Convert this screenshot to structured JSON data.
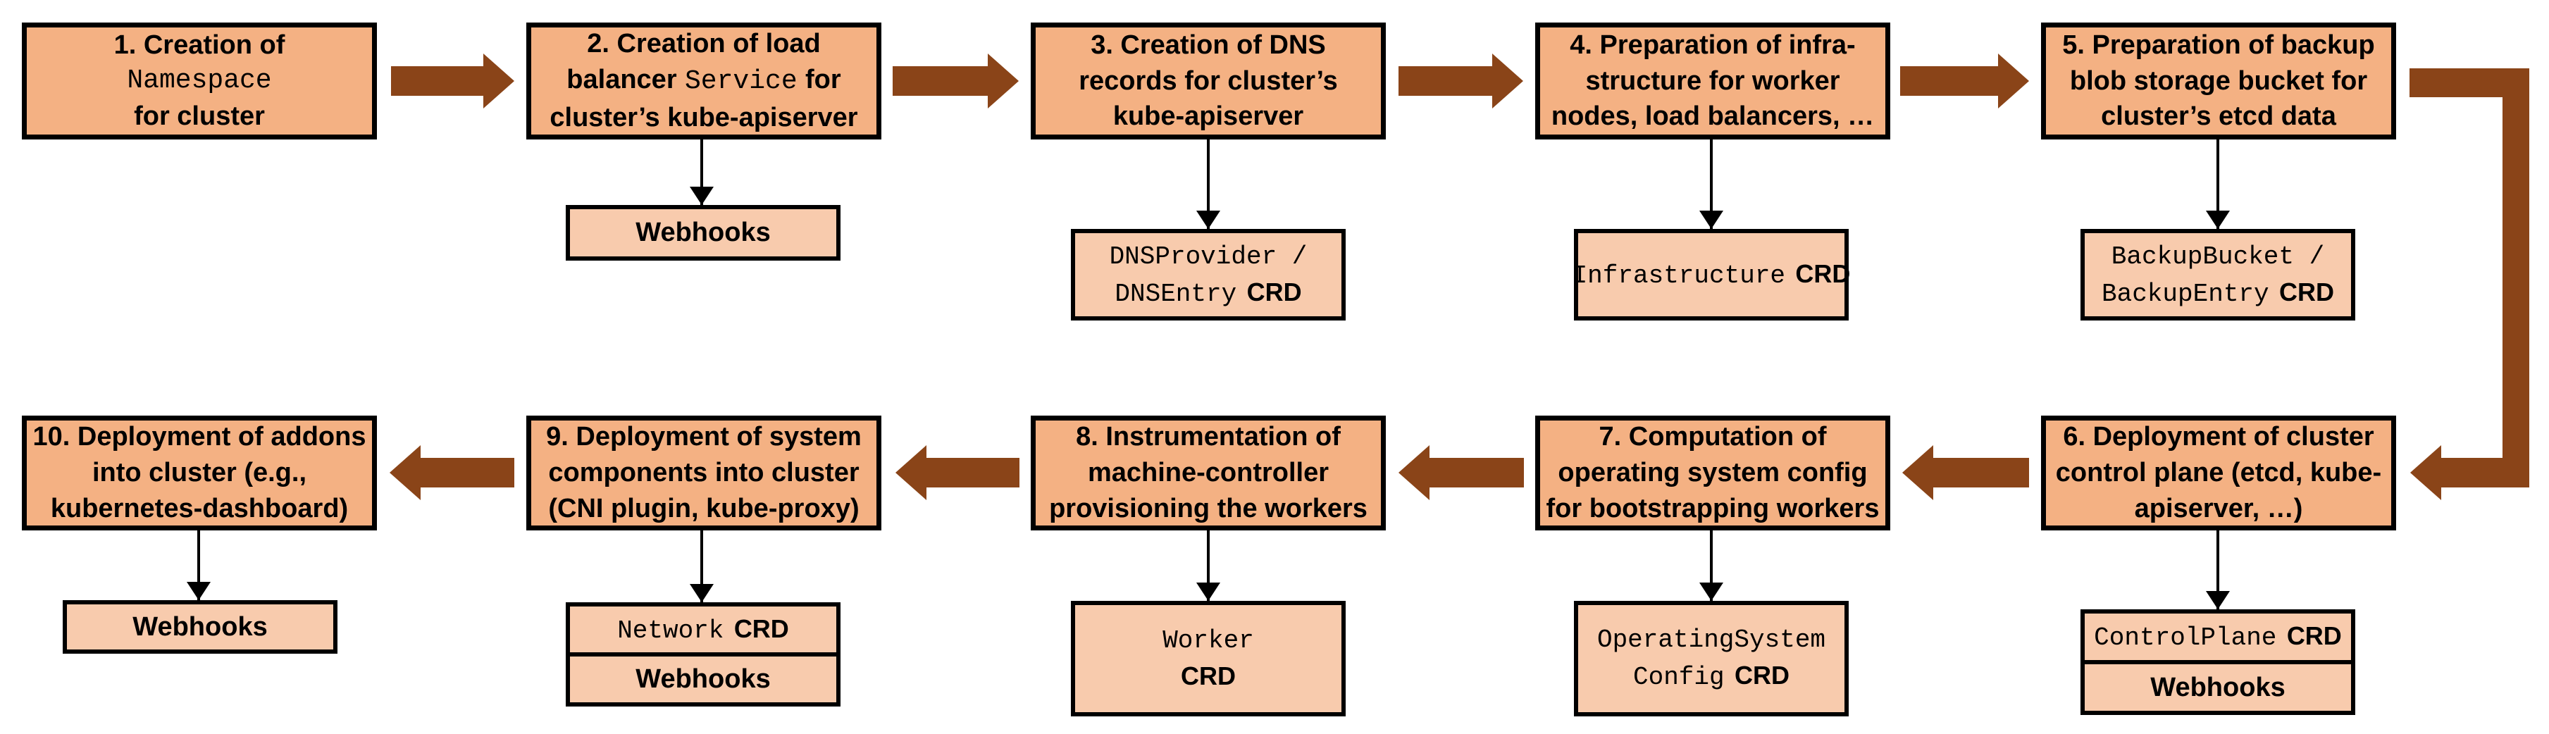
{
  "colors": {
    "step_fill": "#F4B183",
    "resource_fill": "#F8CBAD",
    "arrow": "#8A4418",
    "border": "#000000",
    "background": "#FFFFFF"
  },
  "steps": [
    {
      "pre": "1. Creation of",
      "code": "Namespace",
      "post": "for cluster"
    },
    {
      "pre": "2. Creation of load balancer",
      "code": "Service",
      "post": "for cluster’s kube-apiserver"
    },
    {
      "pre": "3. Creation of DNS records for cluster’s kube-apiserver"
    },
    {
      "pre": "4. Preparation of infra-structure for worker nodes, load balancers, …"
    },
    {
      "pre": "5. Preparation of backup blob storage bucket for cluster’s etcd data"
    },
    {
      "pre": "6. Deployment of cluster control plane (etcd, kube-apiserver, …)"
    },
    {
      "pre": "7. Computation of operating system config for bootstrapping workers"
    },
    {
      "pre": "8. Instrumentation of machine-controller provisioning the workers"
    },
    {
      "pre": "9. Deployment of system components into cluster (CNI plugin, kube-proxy)"
    },
    {
      "pre": "10. Deployment of addons into cluster (e.g., kubernetes-dashboard)"
    }
  ],
  "resources": {
    "webhooks_step2": {
      "label": "Webhooks"
    },
    "dns": {
      "code": "DNSProvider / DNSEntry",
      "tag": "CRD"
    },
    "infrastructure": {
      "code": "Infrastructure",
      "tag": "CRD"
    },
    "backup": {
      "code": "BackupBucket / BackupEntry",
      "tag": "CRD"
    },
    "controlplane": {
      "code": "ControlPlane",
      "tag": "CRD"
    },
    "webhooks_step6": {
      "label": "Webhooks"
    },
    "osc": {
      "line1": "OperatingSystem",
      "line2": "Config",
      "tag": "CRD"
    },
    "worker": {
      "line1": "Worker",
      "tag": "CRD"
    },
    "network": {
      "code": "Network",
      "tag": "CRD"
    },
    "webhooks_step9": {
      "label": "Webhooks"
    },
    "webhooks_step10": {
      "label": "Webhooks"
    }
  }
}
